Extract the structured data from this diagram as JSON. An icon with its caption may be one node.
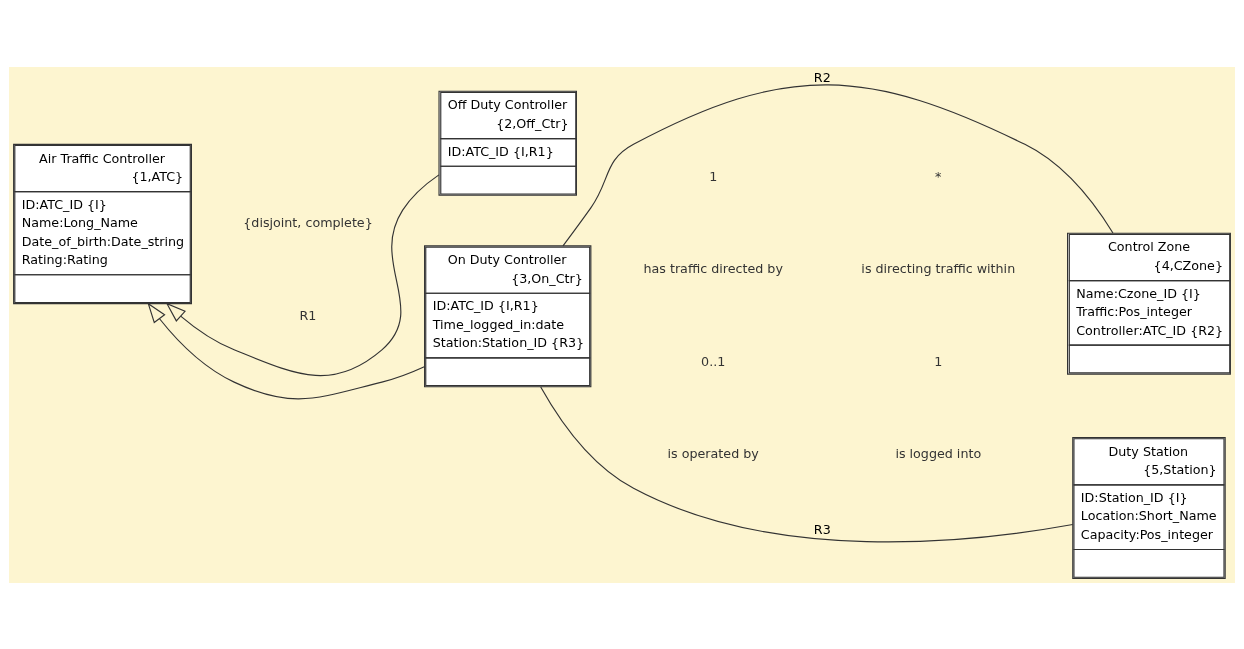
{
  "diagram": {
    "nodes": [
      {
        "text": [
          "Air Traffic Controller",
          "{1,ATC}",
          "ID:ATC_ID {I}",
          "Name:Long_Name",
          "Date_of_birth:Date_string",
          "Rating:Rating"
        ]
      },
      {
        "text": [
          "Off Duty Controller",
          "{2,Off_Ctr}",
          "ID:ATC_ID {I,R1}"
        ]
      },
      {
        "text": [
          "On Duty Controller",
          "{3,On_Ctr}",
          "ID:ATC_ID {I,R1}",
          "Time_logged_in:date",
          "Station:Station_ID {R3}"
        ]
      },
      {
        "text": [
          "Control Zone",
          "{4,CZone}",
          "Name:Czone_ID {I}",
          "Traffic:Pos_integer",
          "Controller:ATC_ID {R2}"
        ]
      },
      {
        "text": [
          "Duty Station",
          "{5,Station}",
          "ID:Station_ID {I}",
          "Location:Short_Name",
          "Capacity:Pos_integer"
        ]
      }
    ],
    "edges": [
      {
        "from": 1,
        "to": 0,
        "arrow": "to"
      },
      {
        "from": 2,
        "to": 0,
        "arrow": "to"
      },
      {
        "from": 2,
        "to": 3,
        "arrow": "none",
        "label": "R2"
      },
      {
        "from": 2,
        "to": 4,
        "arrow": "none",
        "label": "R3"
      }
    ],
    "labels": [
      "{disjoint, complete}",
      "R1",
      "1",
      "*",
      "has traffic directed by",
      "is directing traffic within",
      "0..1",
      "1",
      "is operated by",
      "is logged into"
    ]
  }
}
